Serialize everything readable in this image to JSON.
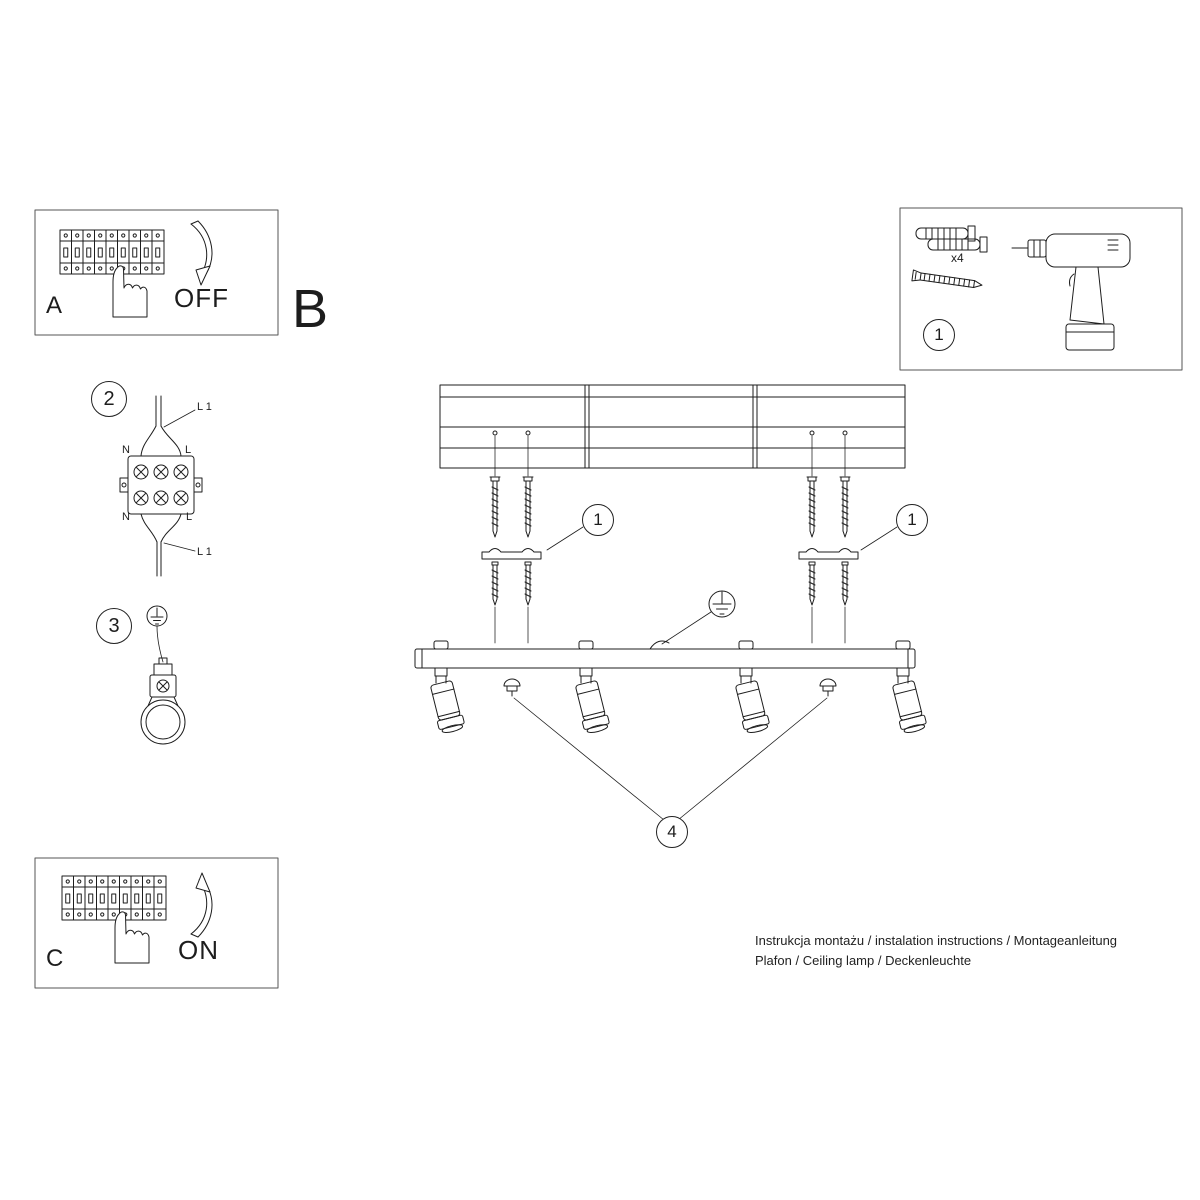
{
  "boxes": {
    "a": {
      "label": "A",
      "state": "OFF"
    },
    "c": {
      "label": "C",
      "state": "ON"
    },
    "b_label": "B",
    "tools": {
      "step": "1",
      "anchor_count": "x4"
    }
  },
  "callouts": {
    "step2": "2",
    "step3": "3",
    "step4": "4",
    "bracket_left": "1",
    "bracket_right": "1"
  },
  "wiring": {
    "top_cable": "L 1",
    "top_left": "N",
    "top_right": "L",
    "bottom_left": "N",
    "bottom_right": "L",
    "bottom_cable": "L 1"
  },
  "footer": {
    "line1": "Instrukcja montażu / instalation instructions / Montageanleitung",
    "line2": "Plafon / Ceiling lamp / Deckenleuchte"
  }
}
